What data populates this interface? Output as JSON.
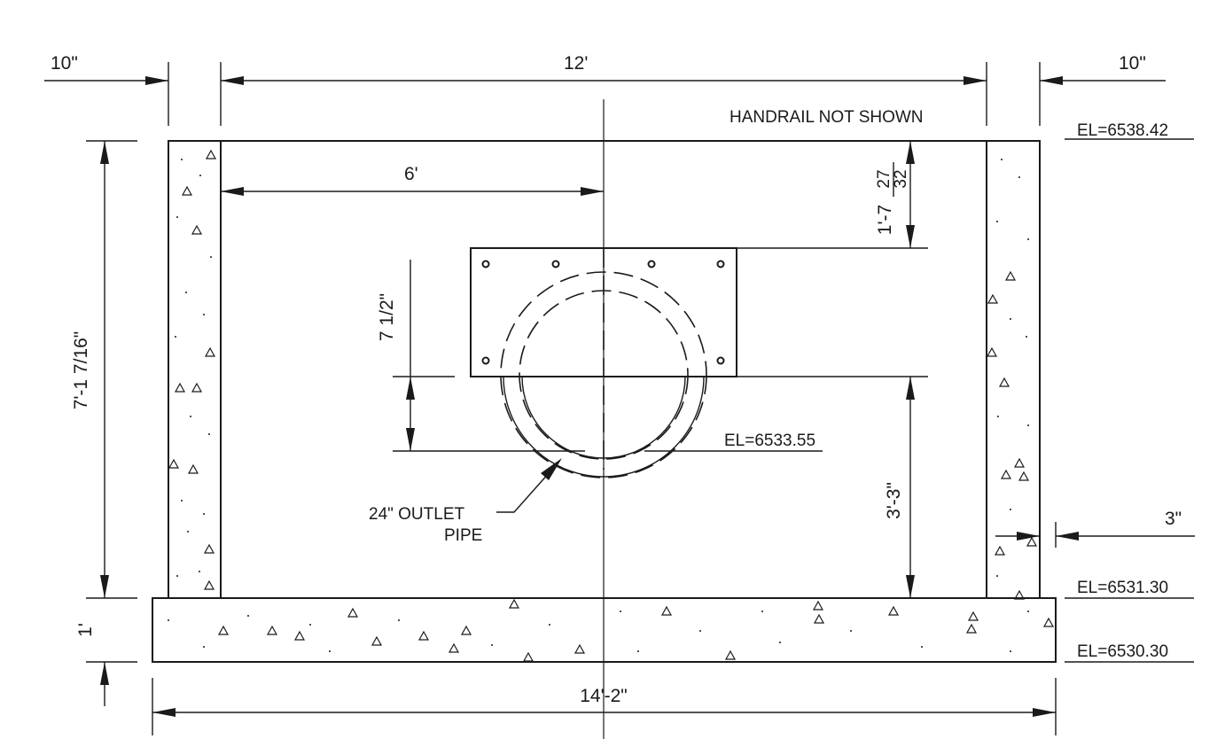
{
  "dimensions": {
    "wall_left": "10\"",
    "interior_width": "12'",
    "wall_right": "10\"",
    "half_width": "6'",
    "top_to_plate": "1'-7",
    "top_to_plate_frac_num": "27",
    "top_to_plate_frac_den": "32",
    "wall_height": "7'-1 7/16\"",
    "plate_height": "7 1/2\"",
    "plate_to_base": "3'-3\"",
    "wall_offset": "3\"",
    "base_thickness": "1'",
    "base_width": "14'-2\""
  },
  "notes": {
    "handrail": "HANDRAIL NOT SHOWN",
    "pipe_line1": "24\" OUTLET",
    "pipe_line2": "PIPE"
  },
  "elevations": {
    "top": "EL=6538.42",
    "pipe_invert": "EL=6533.55",
    "floor": "EL=6531.30",
    "base_bottom": "EL=6530.30"
  }
}
